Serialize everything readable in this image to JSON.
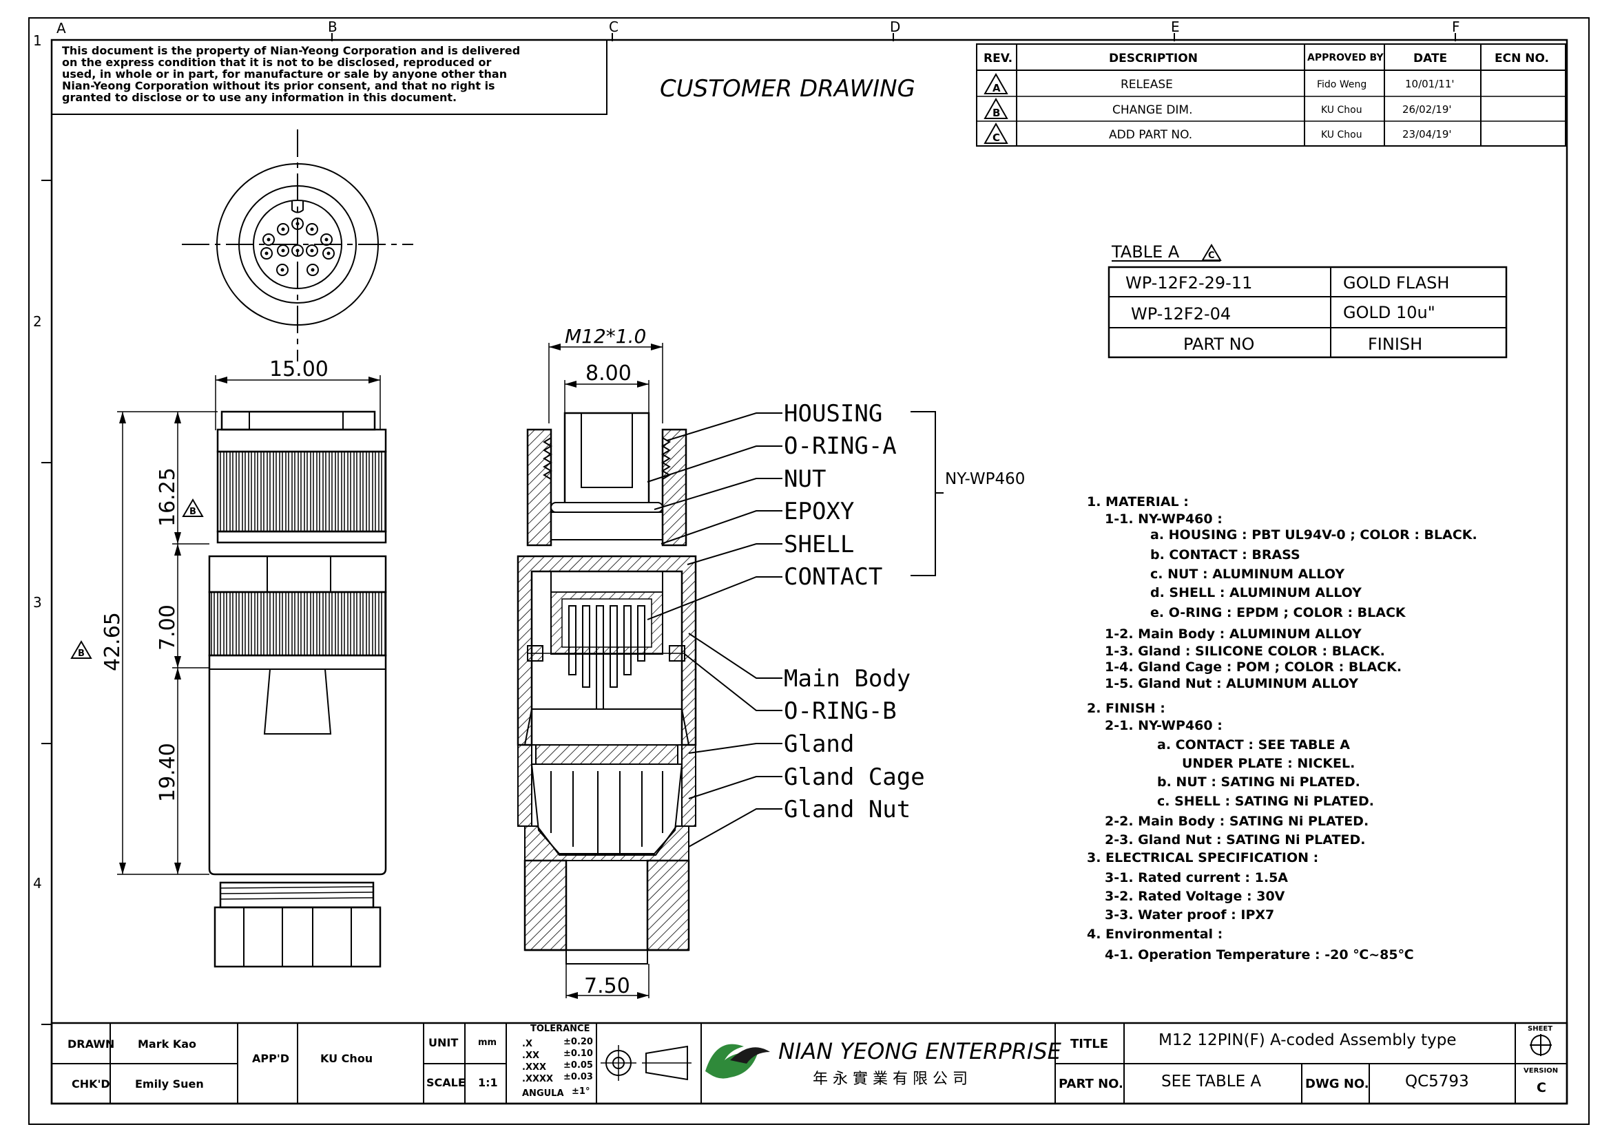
{
  "notice": {
    "lines": [
      "This document is the property of Nian-Yeong Corporation and is delivered",
      "on  the  express condition that it is not to be disclosed, reproduced or",
      "used, in whole or in part, for manufacture or sale by anyone other than",
      "Nian-Yeong Corporation without  its prior consent, and that  no right  is",
      "granted to disclose or to use any information in this  document."
    ]
  },
  "heading": "CUSTOMER  DRAWING",
  "grid": {
    "columns": [
      "A",
      "B",
      "C",
      "D",
      "E",
      "F"
    ],
    "rows": [
      "1",
      "2",
      "3",
      "4"
    ]
  },
  "revision_table": {
    "headers": [
      "REV.",
      "DESCRIPTION",
      "APPROVED BY",
      "DATE",
      "ECN NO."
    ],
    "rows": [
      {
        "rev": "A",
        "description": "RELEASE",
        "approved_by": "Fido Weng",
        "date": "10/01/11'",
        "ecn": ""
      },
      {
        "rev": "B",
        "description": "CHANGE DIM.",
        "approved_by": "KU Chou",
        "date": "26/02/19'",
        "ecn": ""
      },
      {
        "rev": "C",
        "description": "ADD PART NO.",
        "approved_by": "KU Chou",
        "date": "23/04/19'",
        "ecn": ""
      }
    ]
  },
  "table_a": {
    "title": "TABLE A",
    "rev_mark": "C",
    "rows": [
      {
        "part_no": "WP-12F2-29-11",
        "finish": "GOLD  FLASH"
      },
      {
        "part_no": "WP-12F2-04",
        "finish": "GOLD  10u\""
      }
    ],
    "header": {
      "part_no": "PART  NO",
      "finish": "FINISH"
    }
  },
  "dimensions": {
    "width_top": "15.00",
    "h1": "16.25",
    "h2": "7.00",
    "h3": "19.40",
    "total": "42.65",
    "thread": "M12*1.0",
    "inner": "8.00",
    "bottom": "7.50",
    "rev_mark_b": "B"
  },
  "callouts": {
    "housing": "HOUSING",
    "oring_a": "O-RING-A",
    "nut": "NUT",
    "epoxy": "EPOXY",
    "shell": "SHELL",
    "contact": "CONTACT",
    "group": "NY-WP460",
    "main_body": "Main  Body",
    "oring_b": "O-RING-B",
    "gland": "Gland",
    "gland_cage": "Gland  Cage",
    "gland_nut": "Gland  Nut"
  },
  "spec_notes": [
    "1. MATERIAL :",
    "1-1. NY-WP460 :",
    "a. HOUSING : PBT UL94V-0 ; COLOR : BLACK.",
    "b. CONTACT : BRASS",
    "c. NUT : ALUMINUM ALLOY",
    "d. SHELL : ALUMINUM ALLOY",
    "e. O-RING : EPDM ; COLOR : BLACK",
    "1-2. Main Body : ALUMINUM ALLOY",
    "1-3. Gland : SILICONE COLOR : BLACK.",
    "1-4. Gland Cage : POM ; COLOR : BLACK.",
    "1-5. Gland Nut : ALUMINUM ALLOY",
    "2. FINISH :",
    "2-1. NY-WP460 :",
    "a. CONTACT : SEE TABLE A",
    "UNDER PLATE : NICKEL.",
    "b. NUT : SATING Ni PLATED.",
    "c. SHELL : SATING Ni PLATED.",
    "2-2. Main Body : SATING Ni PLATED.",
    "2-3. Gland Nut : SATING Ni PLATED.",
    "3. ELECTRICAL SPECIFICATION :",
    "3-1. Rated current : 1.5A",
    "3-2. Rated Voltage : 30V",
    "3-3. Water proof : IPX7",
    "4. Environmental :",
    "4-1. Operation Temperature : -20 ℃~85℃"
  ],
  "title_block": {
    "drawn_label": "DRAWN",
    "drawn": "Mark Kao",
    "chkd_label": "CHK'D",
    "chkd": "Emily Suen",
    "appd_label": "APP'D",
    "appd": "KU Chou",
    "unit_label": "UNIT",
    "unit": "mm",
    "scale_label": "SCALE",
    "scale": "1:1",
    "tolerance_label": "TOLERANCE",
    "tolerances": [
      {
        "k": ".X",
        "v": "±0.20"
      },
      {
        "k": ".XX",
        "v": "±0.10"
      },
      {
        "k": ".XXX",
        "v": "±0.05"
      },
      {
        "k": ".XXXX",
        "v": "±0.03"
      },
      {
        "k": "ANGULA",
        "v": "±1°"
      }
    ],
    "company": "NIAN YEONG ENTERPRISE",
    "company_cn": "年 永 實 業 有 限 公 司",
    "title_label": "TITLE",
    "title": "M12  12PIN(F)   A-coded  Assembly  type",
    "partno_label": "PART NO.",
    "partno": "SEE  TABLE  A",
    "dwgno_label": "DWG NO.",
    "dwgno": "QC5793",
    "sheet_label": "SHEET",
    "version_label": "VERSION",
    "version": "C"
  }
}
